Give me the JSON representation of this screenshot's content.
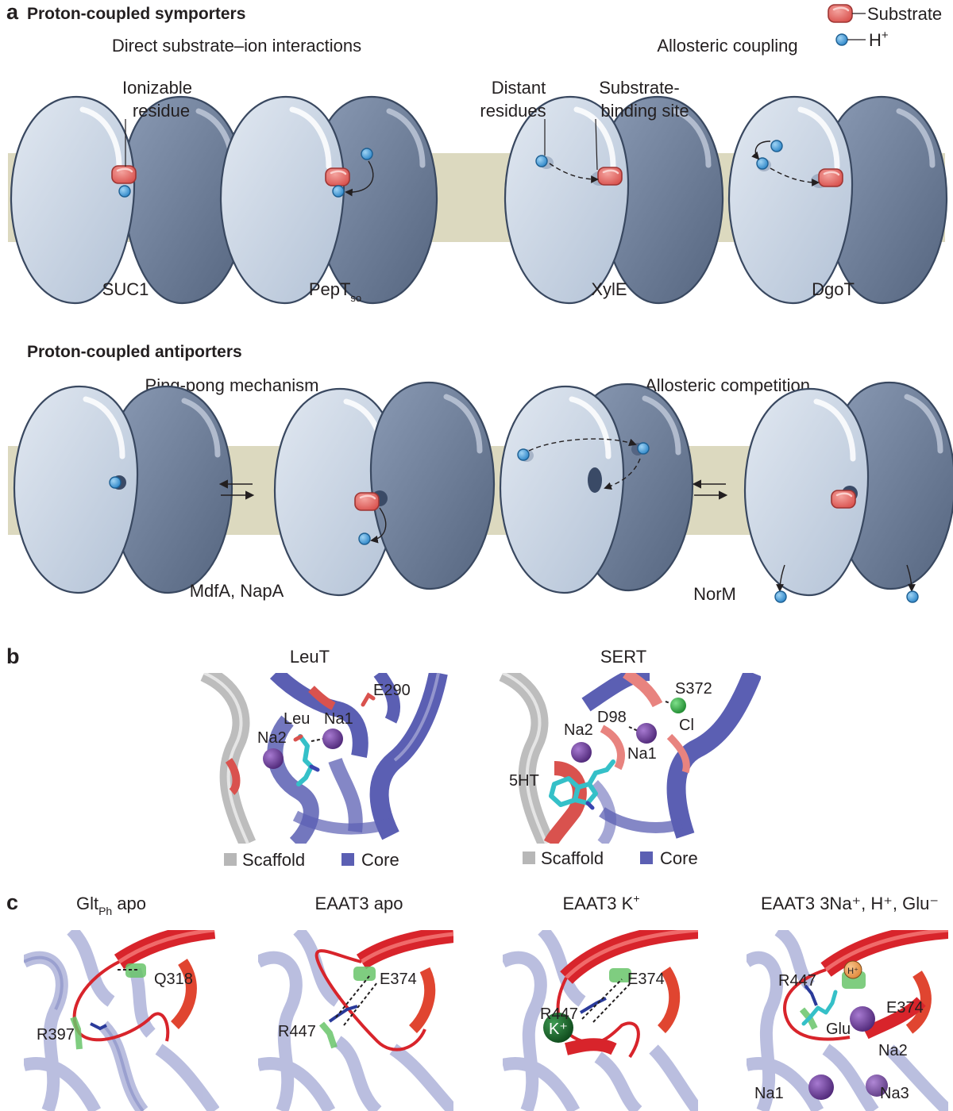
{
  "panel_a": {
    "panel_label": "a",
    "symporters_title": "Proton-coupled symporters",
    "direct_title": "Direct substrate–ion interactions",
    "allosteric_title": "Allosteric coupling",
    "legend_substrate": "Substrate",
    "legend_proton": "H",
    "legend_proton_sup": "+",
    "ionizable_line1": "Ionizable",
    "ionizable_line2": "residue",
    "distant_line1": "Distant",
    "distant_line2": "residues",
    "site_line1": "Substrate-",
    "site_line2": "binding site",
    "protein_suc1": "SUC1",
    "protein_pept": "PepT",
    "protein_pept_sub": "so",
    "protein_xyle": "XylE",
    "protein_dgot": "DgoT",
    "antiporters_title": "Proton-coupled antiporters",
    "pingpong_title": "Ping-pong mechanism",
    "competition_title": "Allosteric competition",
    "protein_mdfa": "MdfA, NapA",
    "protein_norm": "NorM"
  },
  "panel_b": {
    "panel_label": "b",
    "leut_title": "LeuT",
    "sert_title": "SERT",
    "leut_e290": "E290",
    "leut_leu": "Leu",
    "leut_na1": "Na1",
    "leut_na2": "Na2",
    "sert_s372": "S372",
    "sert_d98": "D98",
    "sert_na2": "Na2",
    "sert_cl": "Cl",
    "sert_na1": "Na1",
    "sert_5ht": "5HT",
    "legend_scaffold": "Scaffold",
    "legend_core": "Core"
  },
  "panel_c": {
    "panel_label": "c",
    "t1_main": "Glt",
    "t1_sub": "Ph",
    "t1_rest": " apo",
    "t2": "EAAT3 apo",
    "t3_main": "EAAT3 K",
    "t3_sup": "+",
    "t4": "EAAT3 3Na⁺, H⁺, Glu⁻",
    "m1_q": "Q318",
    "m1_r": "R397",
    "m2_e": "E374",
    "m2_r": "R447",
    "m3_e": "E374",
    "m3_r": "R447",
    "m3_k": "K⁺",
    "m4_r": "R447",
    "m4_e": "E374",
    "m4_h": "H⁺",
    "m4_glu": "Glu",
    "m4_na2": "Na2",
    "m4_na1": "Na1",
    "m4_na3": "Na3"
  },
  "colors": {
    "membrane": "#dcd9bf",
    "lobe_light": "#c7d3e3",
    "lobe_dark": "#6c7d98",
    "lobe_stroke": "#394860",
    "substrate": "#e1706b",
    "proton": "#3f98d6",
    "scaffold": "#b7b7b7",
    "core": "#5b5fb3",
    "helix_red": "#d8242b",
    "sodium": "#6f3e98",
    "chloride": "#35a844",
    "potassium": "#1c6b2c",
    "ligand_cyan": "#35c0c8"
  }
}
